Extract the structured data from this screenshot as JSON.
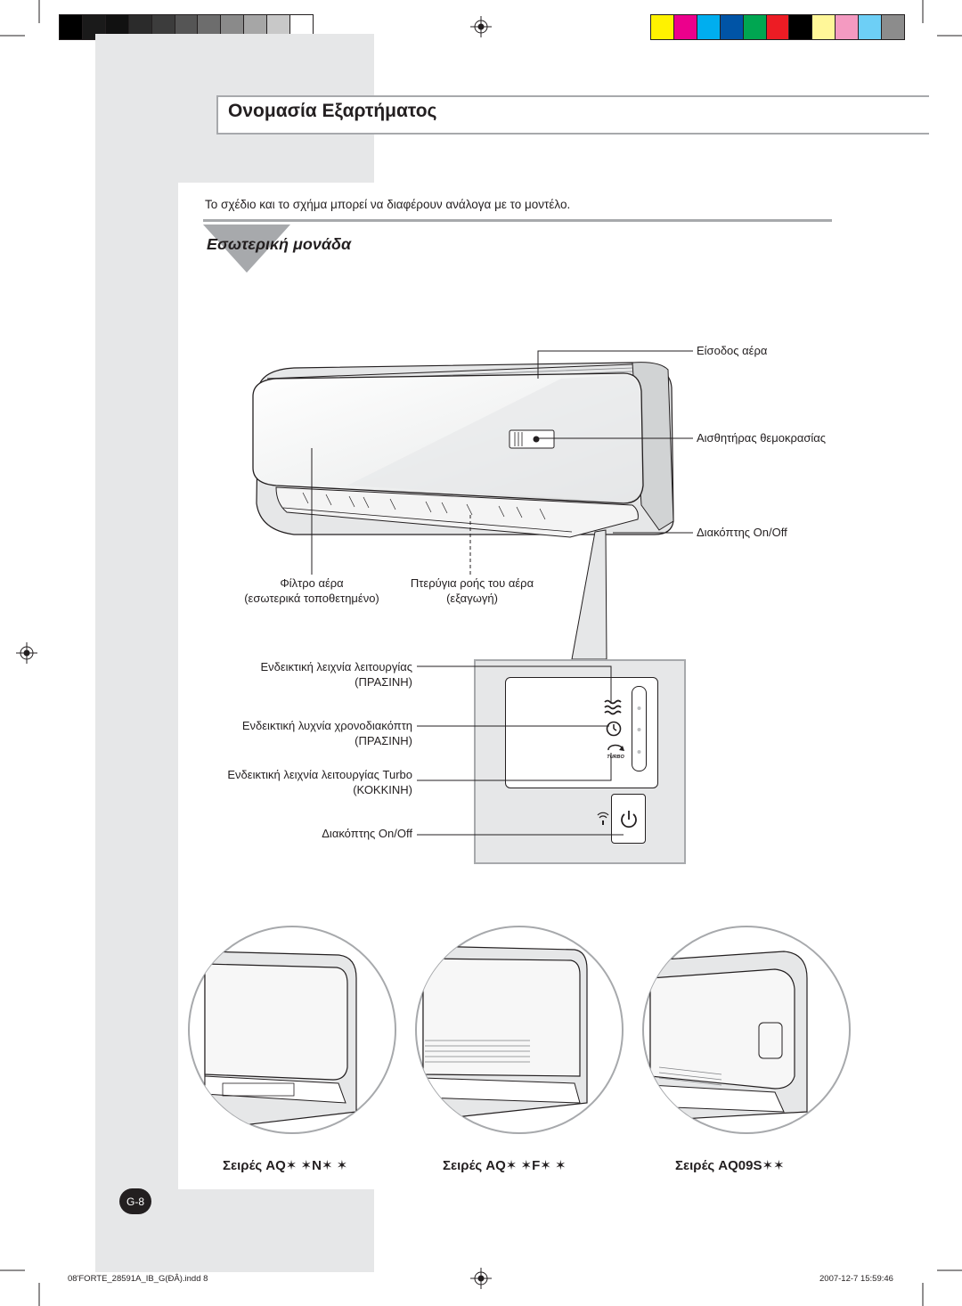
{
  "title": "Ονομασία Εξαρτήματος",
  "intro": "Το σχέδιο και το σχήμα μπορεί να διαφέρουν ανάλογα με το μοντέλο.",
  "section_title": "Εσωτερική μονάδα",
  "unit_labels": {
    "air_inlet": "Είσοδος αέρα",
    "temp_sensor": "Αισθητήρας θεμοκρασίας",
    "on_off_switch": "Διακόπτης On/Off",
    "air_filter_line1": "Φίλτρο αέρα",
    "air_filter_line2": "(εσωτερικά τοποθετημένο)",
    "louver_line1": "Πτερύγια ροής του αέρα",
    "louver_line2": "(εξαγωγή)"
  },
  "panel_labels": {
    "operation_line1": "Ενδεικτική λειχνία λειτουργίας",
    "operation_line2": "(ΠΡΑΣΙΝΗ)",
    "timer_line1": "Ενδεικτική λυχνία χρονοδιακόπτη",
    "timer_line2": "(ΠΡΑΣΙΝΗ)",
    "turbo_line1": "Ενδεικτική λειχνία λειτουργίας Turbo",
    "turbo_line2": "(ΚΟΚΚΙΝΗ)",
    "on_off": "Διακόπτης On/Off",
    "turbo_icon_text": "TURBO"
  },
  "series": [
    {
      "label": "Σειρές AQ✶ ✶N✶ ✶"
    },
    {
      "label": "Σειρές AQ✶ ✶F✶ ✶"
    },
    {
      "label": "Σειρές AQ09S✶✶"
    }
  ],
  "page_number": "G-8",
  "footer": {
    "file": "08'FORTE_28591A_IB_G(ÐÂ).indd   8",
    "date": "2007-12-7   15:59:46"
  },
  "colors": {
    "gray_background": "#e6e7e8",
    "panel_gray": "#d1d3d4",
    "color_bar": [
      "#fff200",
      "#ec008c",
      "#00aeef",
      "#0054a6",
      "#00a651",
      "#ed1c24",
      "#000000",
      "#fff799",
      "#f49ac1",
      "#6dcff6",
      "#8c8c8c"
    ],
    "gray_bar": [
      "#000000",
      "#1a1a1a",
      "#111111",
      "#2b2b2b",
      "#3c3c3c",
      "#555555",
      "#6d6d6d",
      "#8a8a8a",
      "#a6a6a6",
      "#c8c8c8",
      "#ffffff"
    ]
  }
}
